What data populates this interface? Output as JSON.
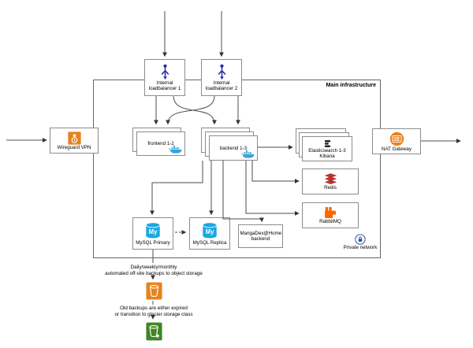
{
  "diagram": {
    "container_label": "Main infrastructure",
    "private_network_label": "Private network"
  },
  "nodes": {
    "lb1": {
      "label": "Internal loadbalancer 1",
      "icon": "load-balancer-icon"
    },
    "lb2": {
      "label": "Internal loadbalancer 2",
      "icon": "load-balancer-icon"
    },
    "wireguard": {
      "label": "Wireguard VPN",
      "icon": "wireguard-icon"
    },
    "nat": {
      "label": "NAT Gateway",
      "icon": "nat-gateway-icon"
    },
    "frontend": {
      "label": "frontend 1-2",
      "icon": "docker-whale-icon"
    },
    "backend": {
      "label": "backend 1-3",
      "icon": "docker-whale-icon"
    },
    "elasticsearch": {
      "label": "Elasticsearch 1-3",
      "label2": "Kibana",
      "icon": "elasticsearch-icon"
    },
    "redis": {
      "label": "Redis",
      "icon": "redis-icon"
    },
    "rabbitmq": {
      "label": "RabbitMQ",
      "icon": "rabbitmq-icon"
    },
    "mysql_primary": {
      "label": "MySQL Primary",
      "icon": "mysql-database-icon",
      "icon_text": "My"
    },
    "mysql_replica": {
      "label": "MySQL Replica",
      "icon": "mysql-database-icon",
      "icon_text": "My"
    },
    "mangadex": {
      "label": "MangaDex@Home backend"
    },
    "object_storage": {
      "icon": "s3-bucket-icon"
    },
    "glacier": {
      "icon": "glacier-bucket-icon"
    }
  },
  "notes": {
    "backup": {
      "line1": "Daily/weekly/monthly",
      "line2": "automated off-site backups to object storage"
    },
    "glacier": {
      "line1": "Old backups are either expired",
      "line2": "or transition to glacier storage class"
    }
  },
  "colors": {
    "aws-orange": "#e8821e",
    "rabbitmq-orange": "#ff6600",
    "redis-red": "#c6302b",
    "redis-dark": "#912626",
    "docker-blue": "#3aa2dc",
    "mysql-blue": "#18a9e1",
    "lb-navy": "#2222a8",
    "glacier-green": "#3f8624",
    "private-blue": "#20509e",
    "es-black": "#151515",
    "wire": "#4d4d4d",
    "border-gray": "#8c8c8c"
  }
}
